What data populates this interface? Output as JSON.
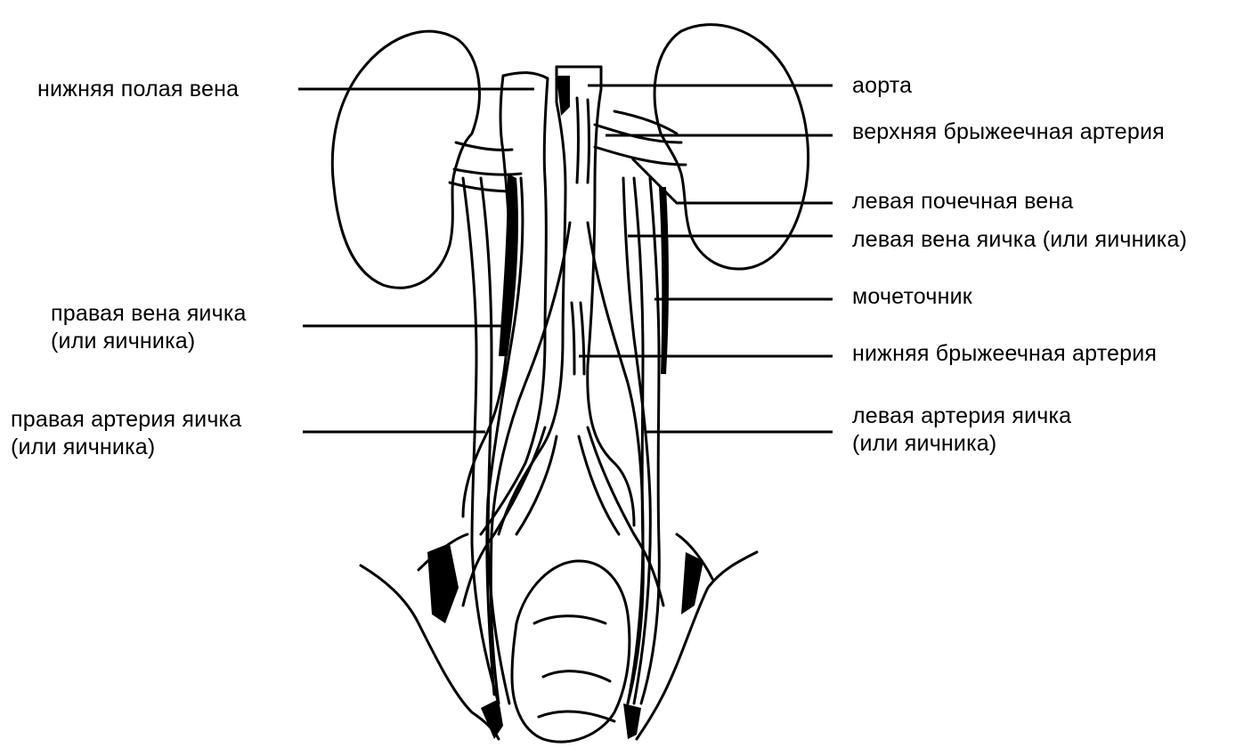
{
  "labels": {
    "ivc": "нижняя полая вена",
    "right_testicular_vein_1": "правая вена яичка",
    "right_testicular_vein_2": "(или яичника)",
    "right_testicular_artery_1": "правая артерия яичка",
    "right_testicular_artery_2": "(или яичника)",
    "aorta": "аорта",
    "superior_mesenteric_artery": "верхняя брыжеечная артерия",
    "left_renal_vein": "левая почечная вена",
    "left_testicular_vein": "левая вена яичка (или яичника)",
    "ureter": "мочеточник",
    "inferior_mesenteric_artery": "нижняя брыжеечная артерия",
    "left_testicular_artery_1": "левая артерия яичка",
    "left_testicular_artery_2": "(или яичника)"
  },
  "colors": {
    "ink": "#000000",
    "paper": "#ffffff"
  }
}
